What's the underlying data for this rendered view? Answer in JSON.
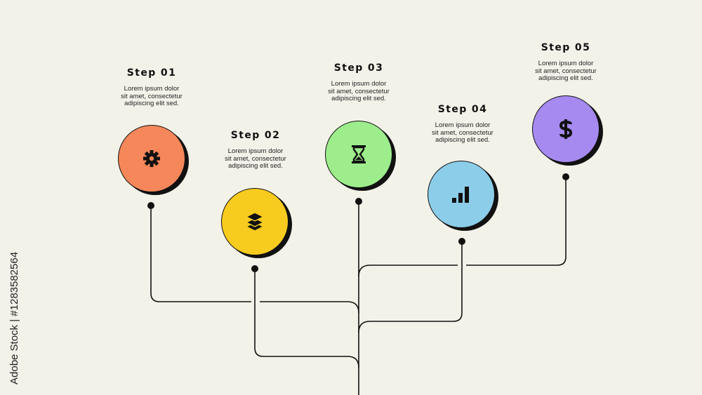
{
  "steps": [
    {
      "title": "Step 01",
      "desc": "Lorem ipsum dolor\nsit amet, consectetur\nadipiscing elit sed.",
      "color": "#f5875a",
      "icon": "gear-icon"
    },
    {
      "title": "Step 02",
      "desc": "Lorem ipsum dolor\nsit amet, consectetur\nadipiscing elit sed.",
      "color": "#f8cb1f",
      "icon": "layers-icon"
    },
    {
      "title": "Step 03",
      "desc": "Lorem ipsum dolor\nsit amet, consectetur\nadipiscing elit sed.",
      "color": "#9ded8c",
      "icon": "hourglass-icon"
    },
    {
      "title": "Step 04",
      "desc": "Lorem ipsum dolor\nsit amet, consectetur\nadipiscing elit sed.",
      "color": "#8ccdea",
      "icon": "bar-chart-icon"
    },
    {
      "title": "Step 05",
      "desc": "Lorem ipsum dolor\nsit amet, consectetur\nadipiscing elit sed.",
      "color": "#a68af0",
      "icon": "dollar-icon"
    }
  ],
  "watermark": {
    "side_text": "Adobe Stock | #1283582564"
  }
}
